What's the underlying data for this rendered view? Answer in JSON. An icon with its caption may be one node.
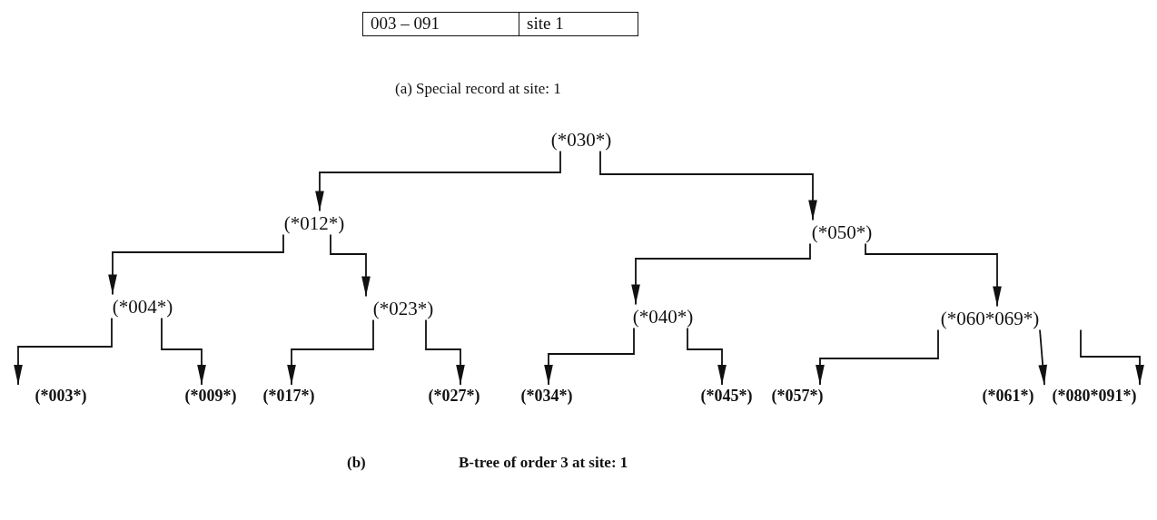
{
  "diagram": {
    "nodes": [
      {
        "text": [
          "003 – 091",
          "site 1"
        ]
      },
      {
        "text": [
          "(*030*)"
        ]
      },
      {
        "text": [
          "(*012*)"
        ]
      },
      {
        "text": [
          "(*050*)"
        ]
      },
      {
        "text": [
          "(*004*)"
        ]
      },
      {
        "text": [
          "(*023*)"
        ]
      },
      {
        "text": [
          "(*040*)"
        ]
      },
      {
        "text": [
          "(*060*069*)"
        ]
      },
      {
        "text": [
          "(*003*)"
        ]
      },
      {
        "text": [
          "(*009*)"
        ]
      },
      {
        "text": [
          "(*017*)"
        ]
      },
      {
        "text": [
          "(*027*)"
        ]
      },
      {
        "text": [
          "(*034*)"
        ]
      },
      {
        "text": [
          "(*045*)"
        ]
      },
      {
        "text": [
          "(*057*)"
        ]
      },
      {
        "text": [
          "(*061*)"
        ]
      },
      {
        "text": [
          "(*080*091*)"
        ]
      }
    ],
    "edges": [
      {
        "from": 1,
        "to": 2,
        "arrow": "to"
      },
      {
        "from": 1,
        "to": 3,
        "arrow": "to"
      },
      {
        "from": 2,
        "to": 4,
        "arrow": "to"
      },
      {
        "from": 2,
        "to": 5,
        "arrow": "to"
      },
      {
        "from": 3,
        "to": 6,
        "arrow": "to"
      },
      {
        "from": 3,
        "to": 7,
        "arrow": "to"
      },
      {
        "from": 4,
        "to": 8,
        "arrow": "to"
      },
      {
        "from": 4,
        "to": 9,
        "arrow": "to"
      },
      {
        "from": 5,
        "to": 10,
        "arrow": "to"
      },
      {
        "from": 5,
        "to": 11,
        "arrow": "to"
      },
      {
        "from": 6,
        "to": 12,
        "arrow": "to"
      },
      {
        "from": 6,
        "to": 13,
        "arrow": "to"
      },
      {
        "from": 7,
        "to": 14,
        "arrow": "to"
      },
      {
        "from": 7,
        "to": 15,
        "arrow": "to"
      },
      {
        "from": 7,
        "to": 16,
        "arrow": "to"
      }
    ],
    "labels": [
      "(a) Special record at site: 1",
      "(b)",
      "B-tree of order 3 at site: 1"
    ]
  }
}
